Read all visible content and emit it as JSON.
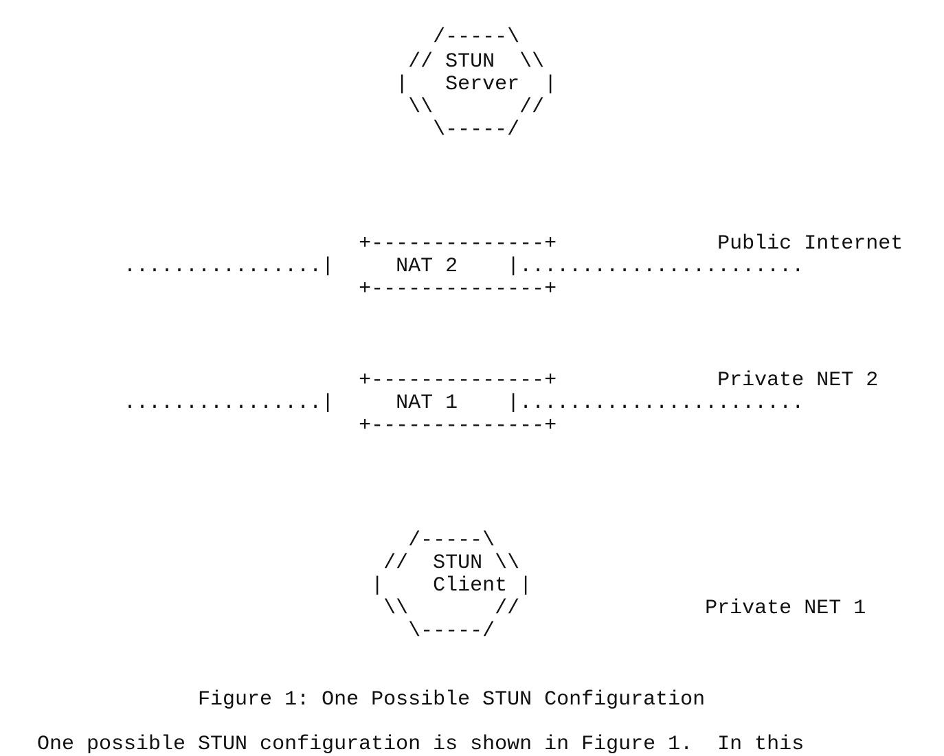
{
  "figure": {
    "lines": [
      "                                   /-----\\",
      "                                 // STUN  \\\\",
      "                                |   Server  |",
      "                                 \\\\       //",
      "                                   \\-----/",
      "",
      "",
      "",
      "                             +--------------+             Public Internet",
      "          ................|     NAT 2    |.......................",
      "                             +--------------+",
      "",
      "",
      "",
      "                             +--------------+             Private NET 2",
      "          ................|     NAT 1    |.......................",
      "                             +--------------+",
      "",
      "",
      "",
      "",
      "",
      "                                 /-----\\",
      "                               //  STUN \\\\",
      "                              |    Client |",
      "                               \\\\       //               Private NET 1",
      "                                 \\-----/",
      "",
      "",
      "                Figure 1: One Possible STUN Configuration",
      "   One possible STUN configuration is shown in Figure 1.  In this"
    ]
  }
}
